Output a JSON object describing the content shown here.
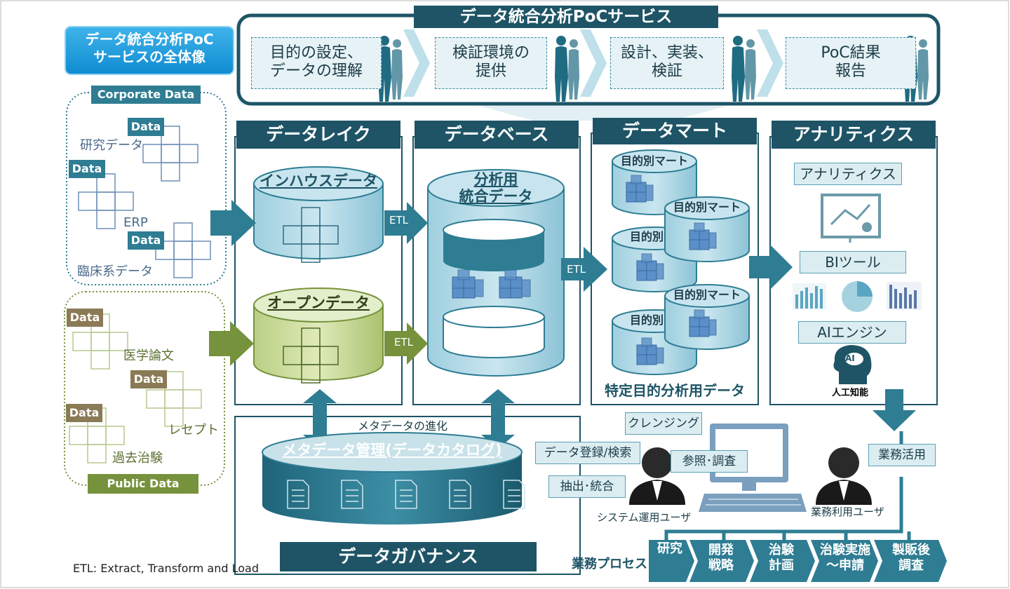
{
  "banner": {
    "title": "データ統合分析PoCサービス",
    "steps": [
      "目的の設定、\nデータの理解",
      "検証環境の\n提供",
      "設計、実装、\n検証",
      "PoC結果\n報告"
    ]
  },
  "overview_badge": "データ統合分析PoC\nサービスの全体像",
  "corporate": {
    "title": "Corporate Data",
    "items": [
      "研究データ",
      "ERP",
      "臨床系データ"
    ],
    "data_tag": "Data"
  },
  "public": {
    "title": "Public Data",
    "items": [
      "医学論文",
      "レセプト",
      "過去治験"
    ],
    "data_tag": "Data"
  },
  "columns": {
    "lake": {
      "title": "データレイク",
      "inhouse": "インハウスデータ",
      "open": "オープンデータ"
    },
    "db": {
      "title": "データベース",
      "label": "分析用\n統合データ"
    },
    "mart": {
      "title": "データマート",
      "mart_label": "目的別マート",
      "mart_label_short": "目的別",
      "footer": "特定目的分析用データ"
    },
    "analytics": {
      "title": "アナリティクス",
      "items": [
        "アナリティクス",
        "BIツール",
        "AIエンジン"
      ],
      "ai_label": "人工知能",
      "ai_head_text": "AI"
    }
  },
  "etl_label": "ETL",
  "metadata": {
    "evolution": "メタデータの進化",
    "title": "メタデータ管理(データカタログ)",
    "ops": [
      "データ登録/検索",
      "抽出･統合"
    ]
  },
  "governance": "データガバナンス",
  "users": {
    "cleansing": "クレンジング",
    "reference": "参照･調査",
    "system_user": "システム運用ユーザ",
    "business_user": "業務利用ユーザ",
    "business_use": "業務活用"
  },
  "process": {
    "label": "業務プロセス",
    "steps": [
      "研究",
      "開発\n戦略",
      "治験\n計画",
      "治験実施\n～申請",
      "製販後\n調査"
    ]
  },
  "footnote": "ETL: Extract, Transform and Load",
  "colors": {
    "dark_teal": "#1e5466",
    "teal": "#2e7d93",
    "light_blue": "#a8d4e2",
    "olive": "#76923c",
    "olive_light": "#c9db9c"
  }
}
